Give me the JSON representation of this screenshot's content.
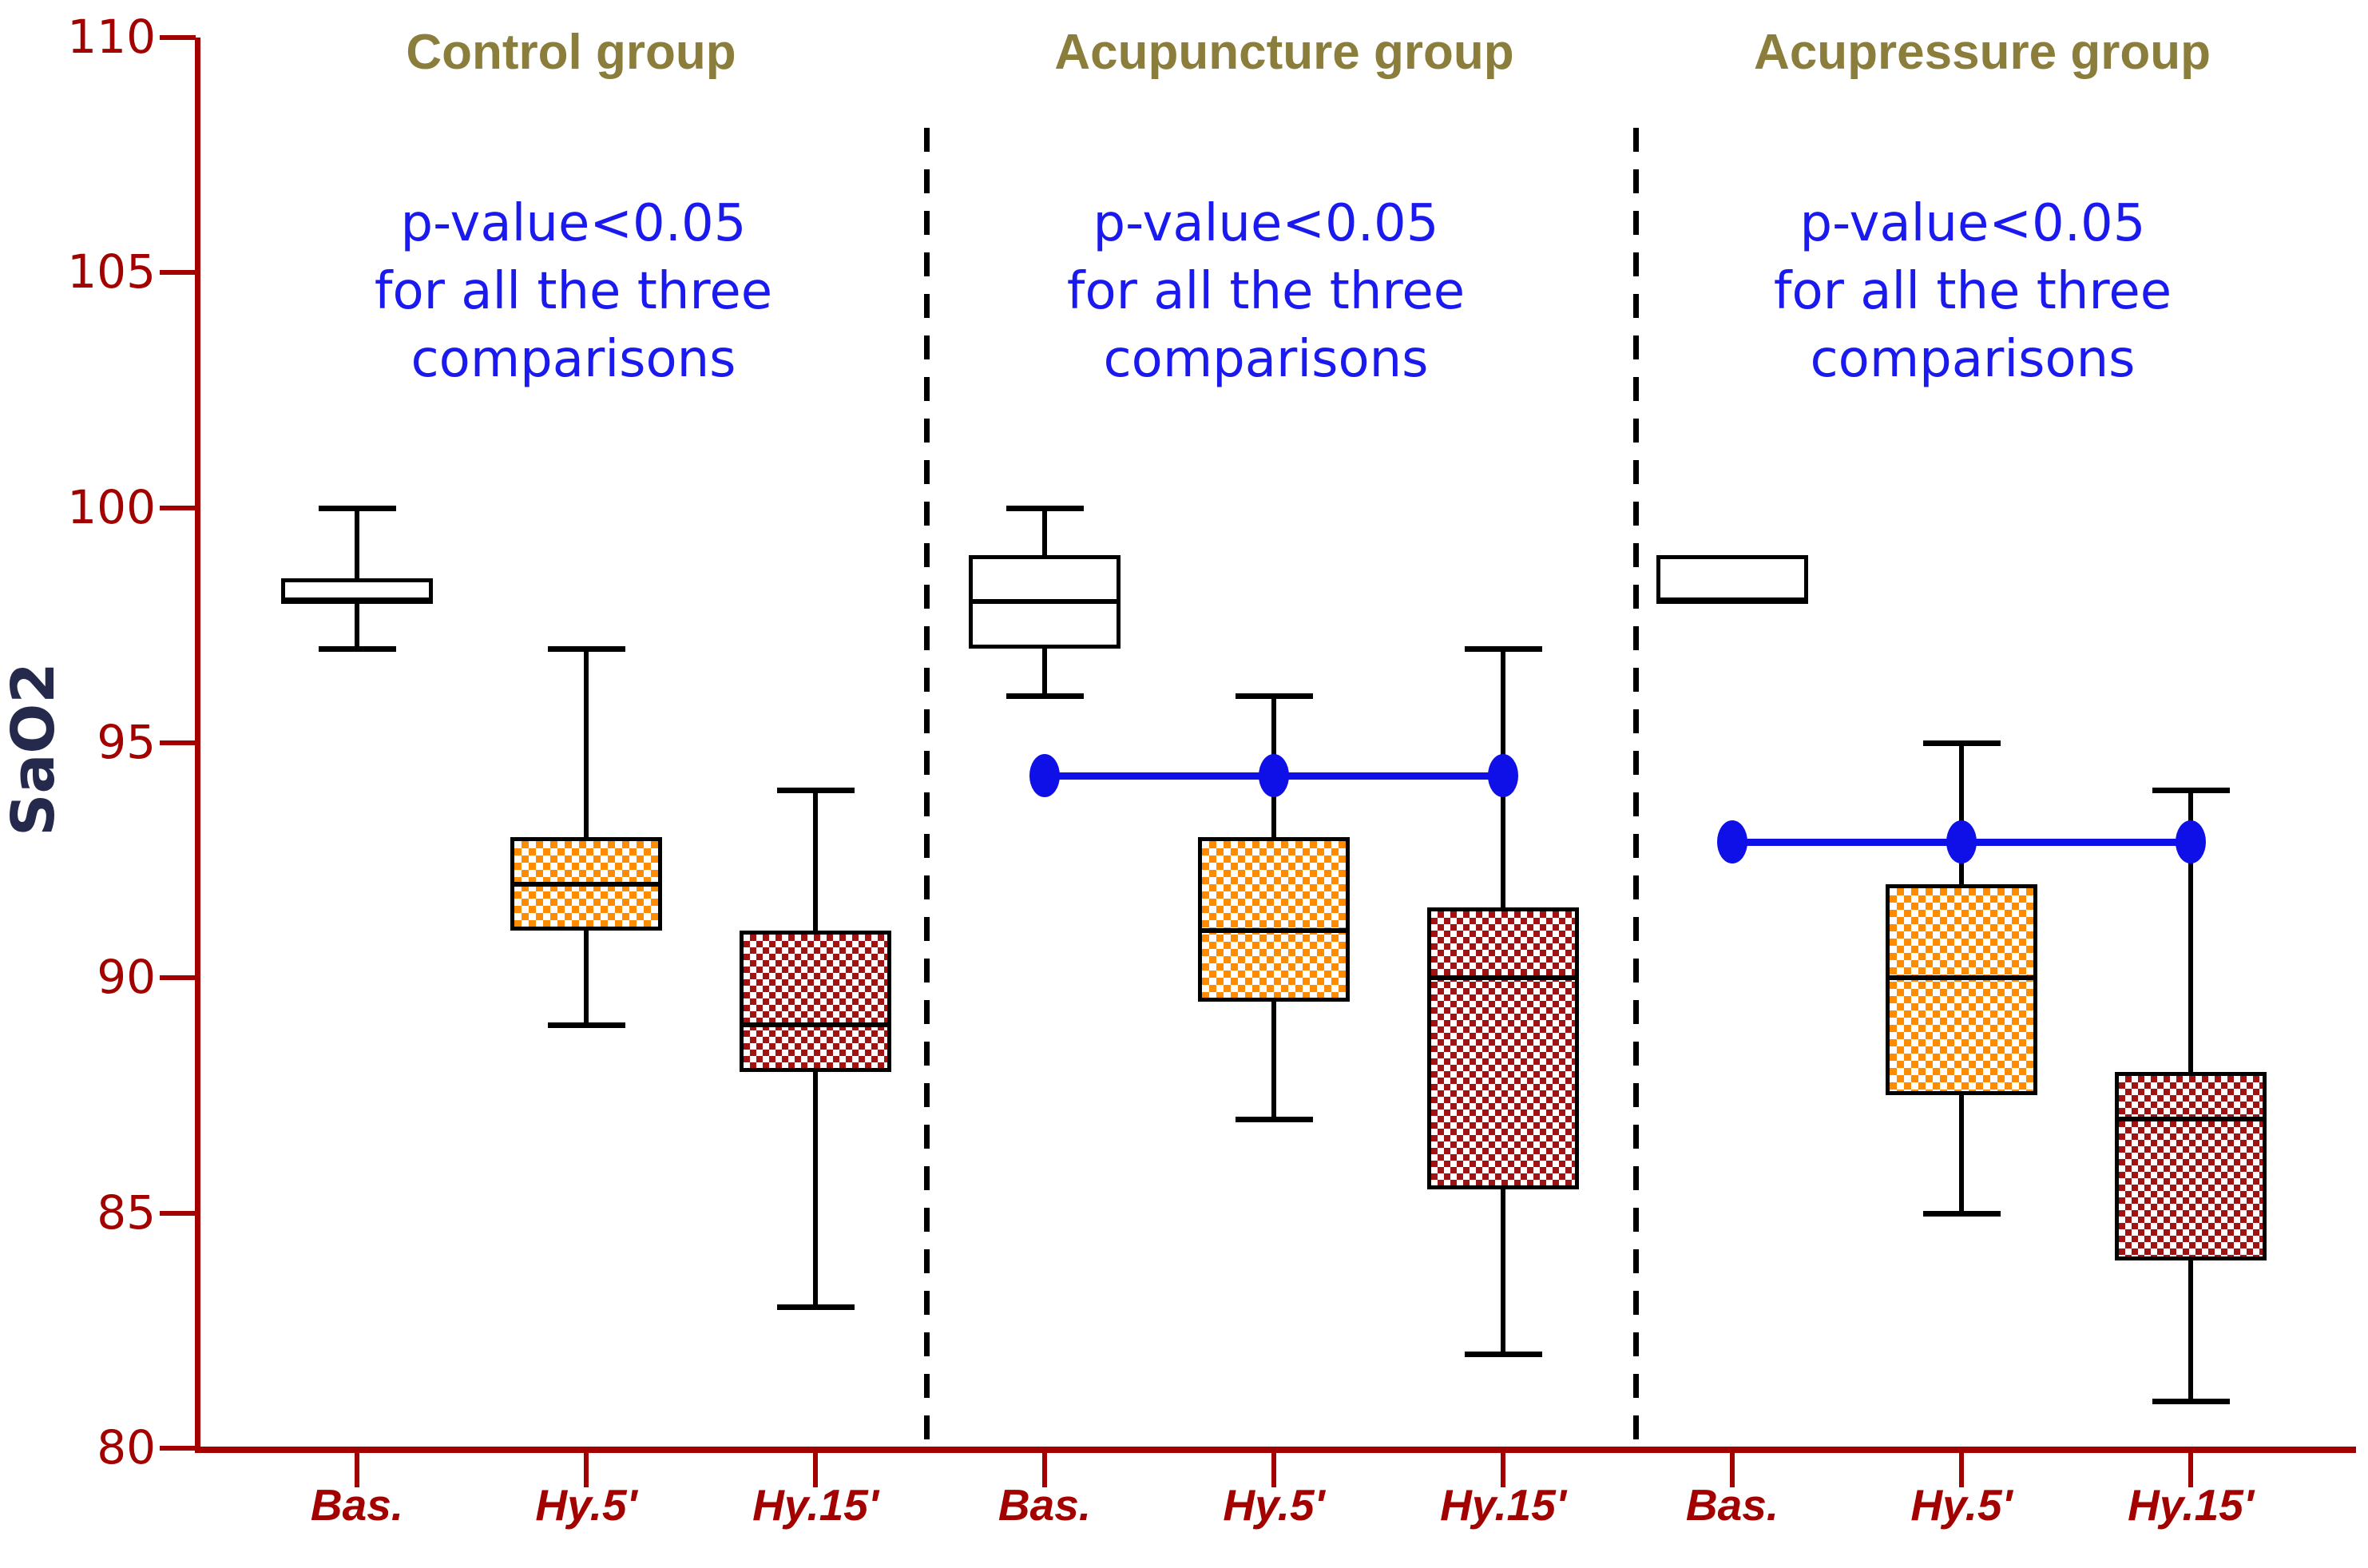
{
  "figure": {
    "background": "#ffffff"
  },
  "colors": {
    "axis_red": "#A30000",
    "olive": "#8B7D3B",
    "blue_text": "#1A1AEE",
    "blue_line": "#0F0FE8",
    "navy": "#252A4D",
    "orange": "#FF8C00",
    "darkred": "#A31212",
    "black": "#000000"
  },
  "chart_data": {
    "type": "boxplot",
    "title": "",
    "ylabel": "SaO2",
    "xlabel": "",
    "ylim": [
      80,
      110
    ],
    "yticks": [
      80,
      85,
      90,
      95,
      100,
      105,
      110
    ],
    "grid": false,
    "legend": "none",
    "groups": [
      {
        "name": "Control group",
        "annotation_lines": [
          "p-value<0.05",
          "for all the three",
          "comparisons"
        ],
        "significance": null,
        "boxes": [
          {
            "label": "Bas.",
            "style": "white",
            "min": 97,
            "q1": 98,
            "median": 98,
            "q3": 98.5,
            "max": 100
          },
          {
            "label": "Hy.5'",
            "style": "orange-checker",
            "min": 89,
            "q1": 91,
            "median": 92,
            "q3": 93,
            "max": 97
          },
          {
            "label": "Hy.15'",
            "style": "darkred-checker",
            "min": 83,
            "q1": 88,
            "median": 89,
            "q3": 91,
            "max": 94
          }
        ]
      },
      {
        "name": "Acupuncture group",
        "annotation_lines": [
          "p-value<0.05",
          "for all the three",
          "comparisons"
        ],
        "significance": {
          "y": 94.3
        },
        "boxes": [
          {
            "label": "Bas.",
            "style": "white",
            "min": 96,
            "q1": 97,
            "median": 98,
            "q3": 99,
            "max": 100
          },
          {
            "label": "Hy.5'",
            "style": "orange-checker",
            "min": 87,
            "q1": 89.5,
            "median": 91,
            "q3": 93,
            "max": 96
          },
          {
            "label": "Hy.15'",
            "style": "darkred-checker",
            "min": 82,
            "q1": 85.5,
            "median": 90,
            "q3": 91.5,
            "max": 97
          }
        ]
      },
      {
        "name": "Acupressure group",
        "annotation_lines": [
          "p-value<0.05",
          "for all the three",
          "comparisons"
        ],
        "significance": {
          "y": 92.9
        },
        "boxes": [
          {
            "label": "Bas.",
            "style": "white",
            "min": null,
            "q1": 98,
            "median": 98,
            "q3": 99,
            "max": null
          },
          {
            "label": "Hy.5'",
            "style": "orange-checker",
            "min": 85,
            "q1": 87.5,
            "median": 90,
            "q3": 92,
            "max": 95
          },
          {
            "label": "Hy.15'",
            "style": "darkred-checker",
            "min": 81,
            "q1": 84,
            "median": 87,
            "q3": 88,
            "max": 94
          }
        ]
      }
    ]
  }
}
